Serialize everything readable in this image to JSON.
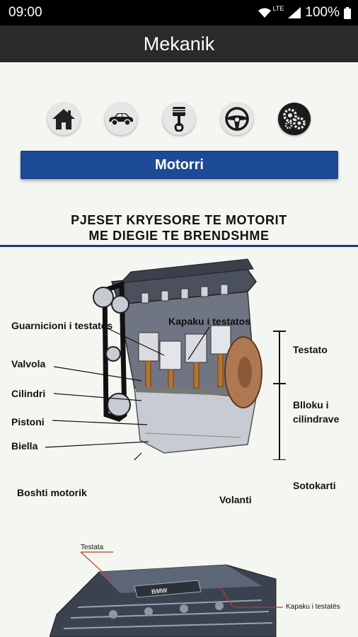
{
  "status": {
    "time": "09:00",
    "network": "LTE",
    "battery": "100%"
  },
  "app": {
    "title": "Mekanik"
  },
  "nav": {
    "icons": [
      {
        "name": "home-icon"
      },
      {
        "name": "car-icon"
      },
      {
        "name": "piston-icon"
      },
      {
        "name": "steering-wheel-icon"
      },
      {
        "name": "gears-icon"
      }
    ]
  },
  "section": {
    "button_label": "Motorri"
  },
  "diagram": {
    "title_line1": "PJESET KRYESORE TE MOTORIT",
    "title_line2": "ME DIEGIE TE BRENDSHME",
    "labels": {
      "guarnicioni": "Guarnicioni i testatos",
      "kapaku": "Kapaku i testatos",
      "valvola": "Valvola",
      "cilindri": "Cilindri",
      "pistoni": "Pistoni",
      "biella": "Biella",
      "boshti": "Boshti motorik",
      "volanti": "Volanti",
      "testato": "Testato",
      "blloku1": "Blloku i",
      "blloku2": "cilindrave",
      "sotokarti": "Sotokarti"
    }
  },
  "diagram2": {
    "labels": {
      "testata": "Testata",
      "kapaku": "Kapaku i testatës"
    },
    "brand_text": "BMW"
  },
  "colors": {
    "accent_blue": "#1d4a96",
    "appbar": "#2a2a2a",
    "background": "#f4f7f1"
  }
}
